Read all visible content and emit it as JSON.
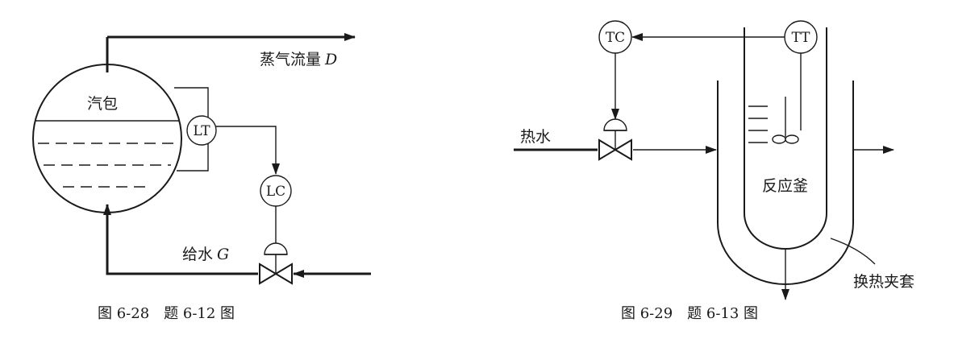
{
  "left_figure": {
    "vessel_label": "汽包",
    "steam_label": "蒸气流量",
    "steam_symbol": "D",
    "feed_label": "给水",
    "feed_symbol": "G",
    "level_transmitter": "LT",
    "level_controller": "LC",
    "caption": "图 6-28　题 6-12 图"
  },
  "right_figure": {
    "temp_controller": "TC",
    "temp_transmitter": "TT",
    "hot_water_label": "热水",
    "reactor_label": "反应釜",
    "jacket_label": "换热夹套",
    "caption": "图 6-29　题 6-13 图"
  },
  "colors": {
    "ink": "#1a1a1a",
    "background": "#ffffff"
  }
}
